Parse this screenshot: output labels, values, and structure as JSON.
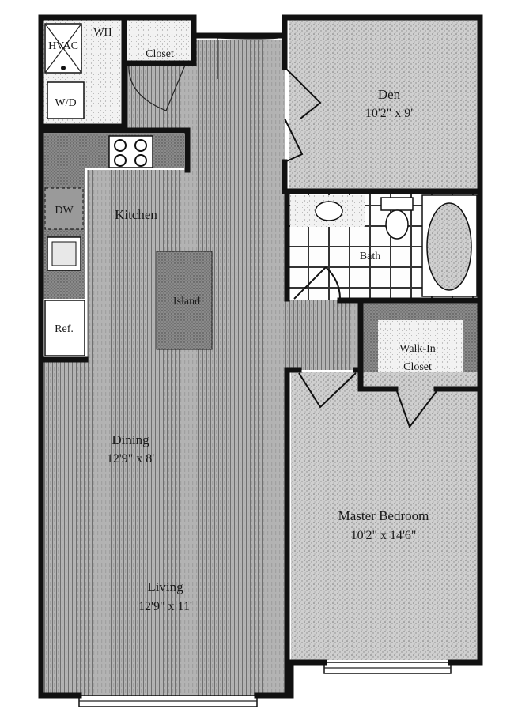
{
  "rooms": {
    "hvac": "HVAC",
    "wh": "WH",
    "wd": "W/D",
    "closet": "Closet",
    "den": "Den",
    "den_dims": "10'2\" x 9'",
    "dw": "DW",
    "kitchen": "Kitchen",
    "island": "Island",
    "ref": "Ref.",
    "bath": "Bath",
    "walkin_line1": "Walk-In",
    "walkin_line2": "Closet",
    "dining": "Dining",
    "dining_dims": "12'9\" x 8'",
    "master": "Master Bedroom",
    "master_dims": "10'2\" x 14'6\"",
    "living": "Living",
    "living_dims": "12'9\" x 11'"
  },
  "colors": {
    "wall": "#111111",
    "wood_floor": "#a9a9a9",
    "carpet": "#c9c9c9",
    "counter": "#7f7f7f",
    "tile": "#ffffff"
  }
}
